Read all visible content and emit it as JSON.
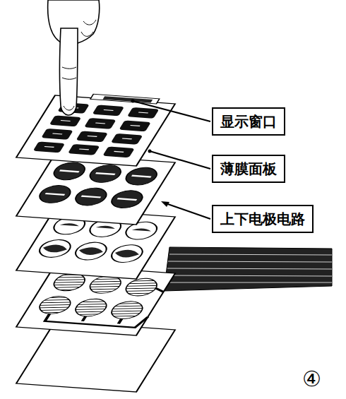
{
  "diagram": {
    "nodes": [
      {
        "text": [
          "显示窗口"
        ]
      },
      {
        "text": [
          "薄膜面板"
        ]
      },
      {
        "text": [
          "上下电极电路"
        ]
      }
    ],
    "labels": [
      "④"
    ]
  }
}
